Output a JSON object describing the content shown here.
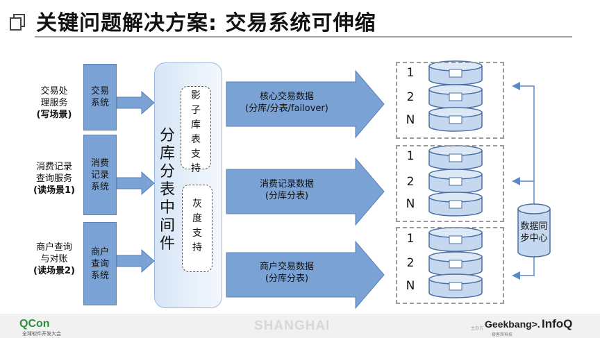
{
  "title": "关键问题解决方案: 交易系统可伸缩",
  "services": [
    {
      "label1": "交易处",
      "label2": "理服务",
      "scene": "(写场景)",
      "system1": "交易",
      "system2": "系统",
      "system3": ""
    },
    {
      "label1": "消费记录",
      "label2": "查询服务",
      "scene": "(读场景1)",
      "system1": "消费",
      "system2": "记录",
      "system3": "系统"
    },
    {
      "label1": "商户查询",
      "label2": "与对账",
      "scene": "(读场景2)",
      "system1": "商户",
      "system2": "查询",
      "system3": "系统"
    }
  ],
  "middleware": {
    "chars": [
      "分",
      "库",
      "分",
      "表",
      "中",
      "间",
      "件"
    ],
    "shadow_chars": [
      "影",
      "子",
      "库",
      "表",
      "支",
      "持"
    ],
    "gray_chars": [
      "灰",
      "度",
      "支",
      "持"
    ]
  },
  "data_flows": [
    {
      "line1": "核心交易数据",
      "line2": "(分库/分表/failover)"
    },
    {
      "line1": "消费记录数据",
      "line2": "(分库分表)"
    },
    {
      "line1": "商户交易数据",
      "line2": "(分库分表)"
    }
  ],
  "db_labels": [
    "1",
    "2",
    "N"
  ],
  "sync_center": {
    "line1": "数据同",
    "line2": "步中心"
  },
  "footer": {
    "qcon": "QCon",
    "qcon_sub": "全球软件开发大会",
    "city": "SHANGHAI",
    "host": "主办方",
    "geek": "Geekbang>.",
    "geek_sub": "极客邦科技",
    "infoq": "InfoQ"
  },
  "colors": {
    "box": "#7aa2d4",
    "arrow": "#7aa2d4",
    "db_fill": "#c5d8ef",
    "db_stroke": "#4a6fa5",
    "line": "#5b8ac4"
  }
}
